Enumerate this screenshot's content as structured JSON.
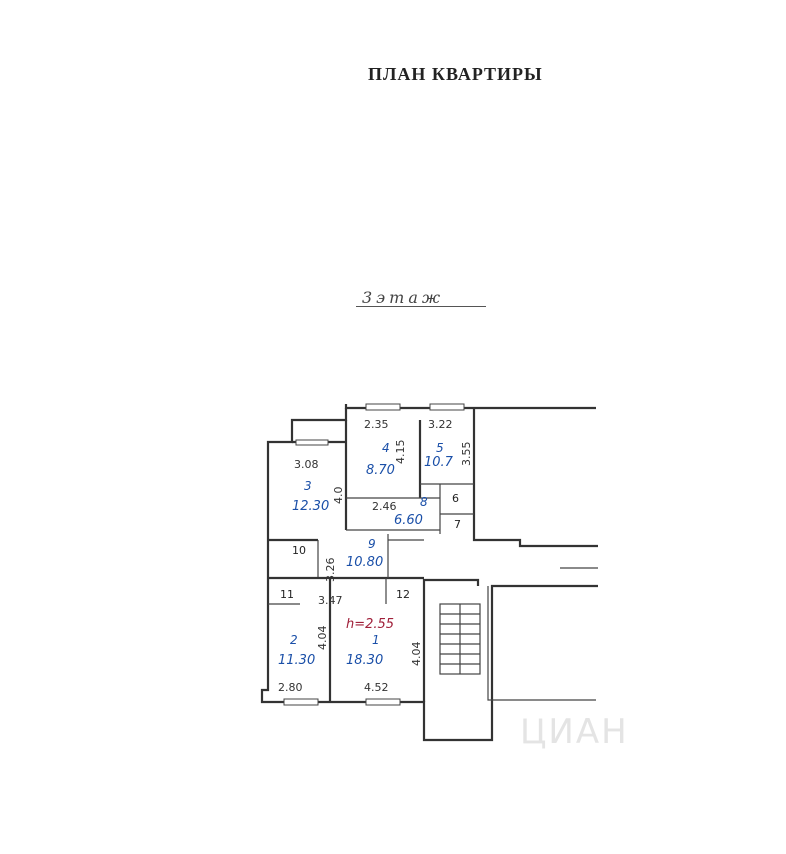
{
  "header": {
    "title": "ПЛАН КВАРТИРЫ",
    "floor_label": "3этаж"
  },
  "plan": {
    "height_note": "h=2.55",
    "rooms": [
      {
        "num": "1",
        "area": "18.30"
      },
      {
        "num": "2",
        "area": "11.30"
      },
      {
        "num": "3",
        "area": "12.30"
      },
      {
        "num": "4",
        "area": "8.70"
      },
      {
        "num": "5",
        "area": "10.7"
      },
      {
        "num": "6",
        "area": ""
      },
      {
        "num": "7",
        "area": ""
      },
      {
        "num": "8",
        "area": "6.60"
      },
      {
        "num": "9",
        "area": "10.80"
      },
      {
        "num": "10",
        "area": ""
      },
      {
        "num": "11",
        "area": ""
      },
      {
        "num": "12",
        "area": ""
      }
    ],
    "dimensions": [
      "2.35",
      "3.22",
      "3.08",
      "2.46",
      "4.15",
      "4.0",
      "3.55",
      "3.26",
      "3.47",
      "4.04",
      "4.04",
      "2.80",
      "4.52"
    ]
  },
  "watermark": "ЦИАН"
}
